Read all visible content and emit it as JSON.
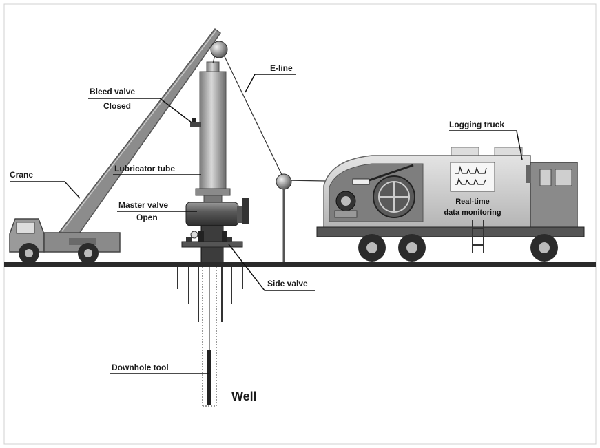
{
  "labels": {
    "bleed_valve": "Bleed valve",
    "bleed_valve_state": "Closed",
    "e_line": "E-line",
    "logging_truck": "Logging truck",
    "crane": "Crane",
    "lubricator_tube": "Lubricator tube",
    "master_valve": "Master valve",
    "master_valve_state": "Open",
    "real_time_1": "Real-time",
    "real_time_2": "data monitoring",
    "side_valve": "Side valve",
    "downhole_tool": "Downhole tool",
    "well": "Well"
  },
  "colors": {
    "ground": "#2a2a2a",
    "truck_body": "#cfcfcf",
    "truck_cab": "#8a8a8a",
    "crane_body": "#9a9a9a",
    "pipe": "#6e6e6e"
  }
}
